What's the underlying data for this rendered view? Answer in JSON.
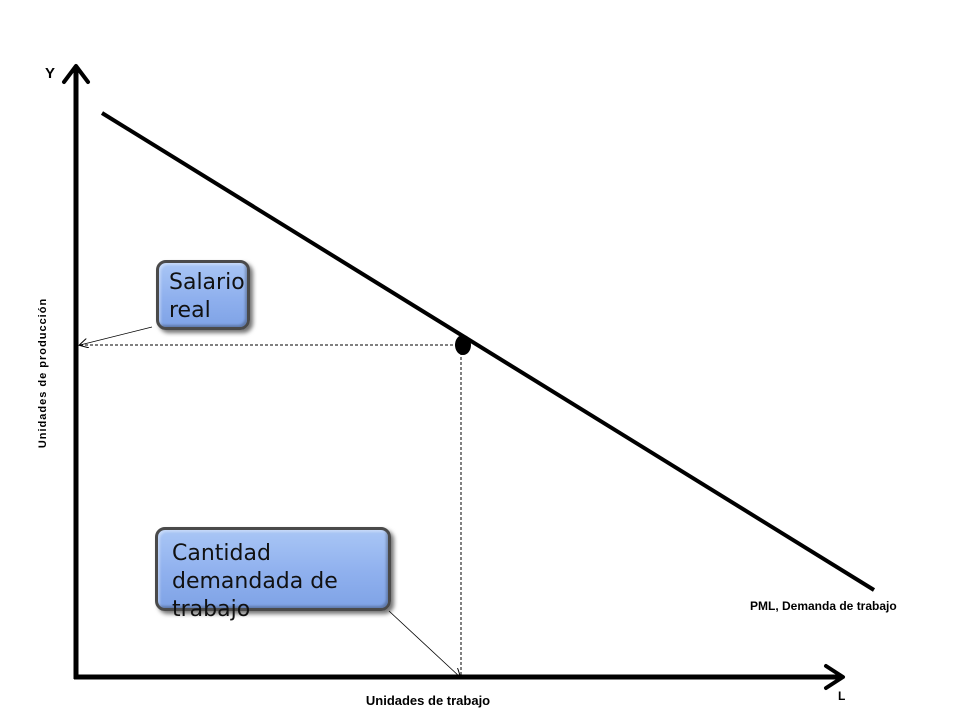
{
  "axes": {
    "y_label": "Y",
    "x_label": "L",
    "y_title": "Unidades de producción",
    "x_title": "Unidades de trabajo"
  },
  "curve": {
    "label": "PML, Demanda de trabajo"
  },
  "boxes": {
    "salario_real": "Salario real",
    "cantidad_demandada": "Cantidad  demandada de trabajo"
  },
  "colors": {
    "box_fill": "#8fb0ee",
    "line": "#000000"
  }
}
